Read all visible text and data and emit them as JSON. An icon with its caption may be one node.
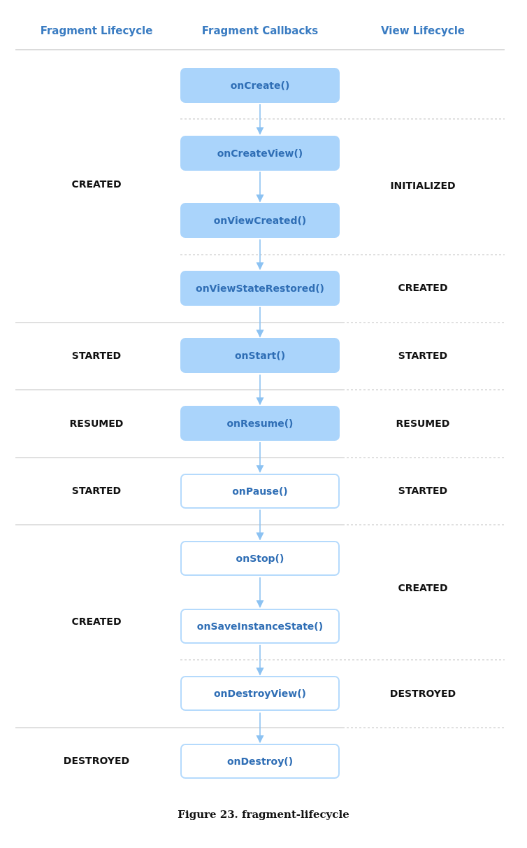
{
  "diagram": {
    "caption": "Figure 23. fragment-lifecycle",
    "nodes": [
      {
        "text": [
          "onCreate()"
        ]
      },
      {
        "text": [
          "onCreateView()"
        ]
      },
      {
        "text": [
          "onViewCreated()"
        ]
      },
      {
        "text": [
          "onViewStateRestored()"
        ]
      },
      {
        "text": [
          "onStart()"
        ]
      },
      {
        "text": [
          "onResume()"
        ]
      },
      {
        "text": [
          "onPause()"
        ]
      },
      {
        "text": [
          "onStop()"
        ]
      },
      {
        "text": [
          "onSaveInstanceState()"
        ]
      },
      {
        "text": [
          "onDestroyView()"
        ]
      },
      {
        "text": [
          "onDestroy()"
        ]
      }
    ],
    "edges": [
      {
        "from": 0,
        "to": 1,
        "arrow": "to"
      },
      {
        "from": 1,
        "to": 2,
        "arrow": "to"
      },
      {
        "from": 2,
        "to": 3,
        "arrow": "to"
      },
      {
        "from": 3,
        "to": 4,
        "arrow": "to"
      },
      {
        "from": 4,
        "to": 5,
        "arrow": "to"
      },
      {
        "from": 5,
        "to": 6,
        "arrow": "to"
      },
      {
        "from": 6,
        "to": 7,
        "arrow": "to"
      },
      {
        "from": 7,
        "to": 8,
        "arrow": "to"
      },
      {
        "from": 8,
        "to": 9,
        "arrow": "to"
      },
      {
        "from": 9,
        "to": 10,
        "arrow": "to"
      }
    ],
    "labels": [
      "Fragment Lifecycle",
      "Fragment Callbacks",
      "View Lifecycle",
      "CREATED",
      "INITIALIZED",
      "CREATED",
      "STARTED",
      "STARTED",
      "RESUMED",
      "RESUMED",
      "STARTED",
      "STARTED",
      "CREATED",
      "CREATED",
      "DESTROYED",
      "DESTROYED"
    ]
  }
}
